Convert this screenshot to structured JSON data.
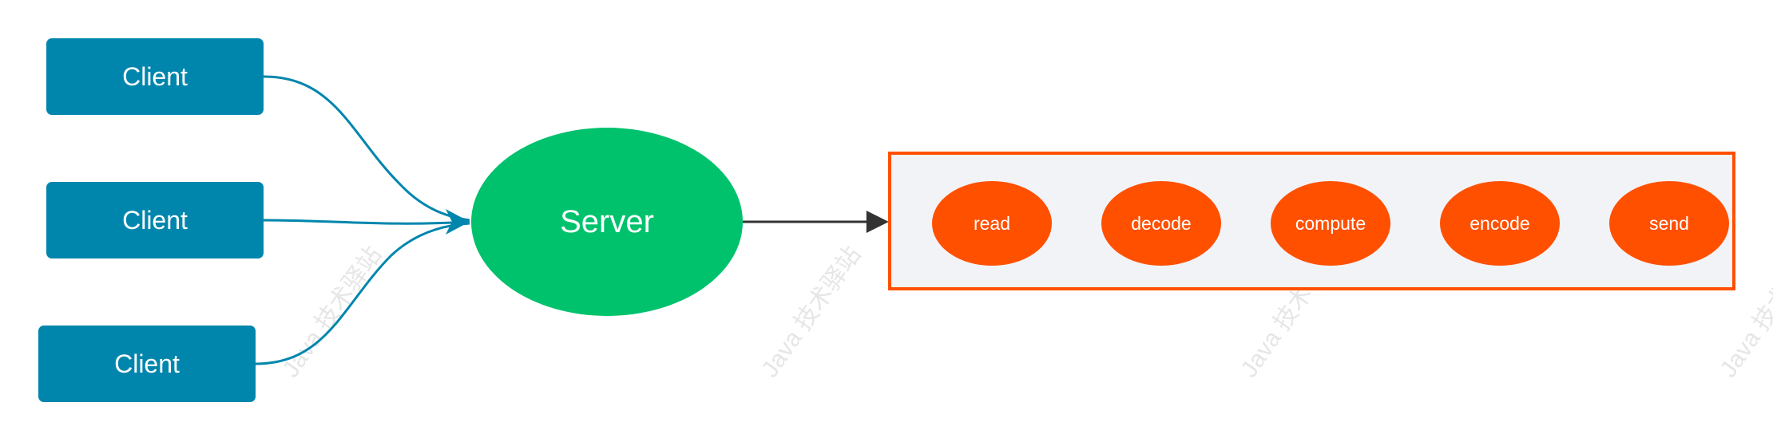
{
  "clients": [
    {
      "label": "Client"
    },
    {
      "label": "Client"
    },
    {
      "label": "Client"
    }
  ],
  "server": {
    "label": "Server"
  },
  "pipeline": {
    "stages": [
      {
        "label": "read"
      },
      {
        "label": "decode"
      },
      {
        "label": "compute"
      },
      {
        "label": "encode"
      },
      {
        "label": "send"
      }
    ]
  },
  "watermark": "Java 技术驿站",
  "colors": {
    "client": "#0086ad",
    "server": "#00c26d",
    "pipeline": "#ff5000",
    "pipeline_bg": "#f2f3f7",
    "arrow": "#333333"
  }
}
